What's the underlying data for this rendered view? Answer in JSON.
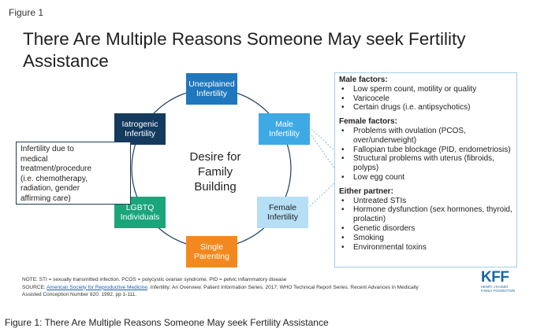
{
  "figure_label": "Figure 1",
  "title": "There Are Multiple Reasons Someone May seek Fertility Assistance",
  "diagram": {
    "center_lines": [
      "Desire for",
      "Family",
      "Building"
    ],
    "nodes": [
      {
        "name": "node-unexplained-infertility",
        "lines": [
          "Unexplained",
          "Infertility"
        ],
        "color": "#1f77bd"
      },
      {
        "name": "node-male-infertility",
        "lines": [
          "Male",
          "Infertility"
        ],
        "color": "#3fa9e6"
      },
      {
        "name": "node-female-infertility",
        "lines": [
          "Female",
          "Infertility"
        ],
        "color": "#b6def5"
      },
      {
        "name": "node-single-parenting",
        "lines": [
          "Single",
          "Parenting"
        ],
        "color": "#f3891e"
      },
      {
        "name": "node-lgbtq-individuals",
        "lines": [
          "LGBTQ",
          "Individuals"
        ],
        "color": "#1aa57a"
      },
      {
        "name": "node-iatrogenic-infertility",
        "lines": [
          "Iatrogenic",
          "Infertility"
        ],
        "color": "#143a5e"
      }
    ],
    "ring_color": "#1c3d60",
    "connector_color": "#7fb7dc"
  },
  "left_box": {
    "text_lines": [
      "Infertility due to",
      "medical",
      "treatment/procedure",
      "(i.e. chemotherapy,",
      "radiation, gender",
      "affirming care)"
    ]
  },
  "right_box": {
    "sections": [
      {
        "title": "Male factors:",
        "items": [
          "Low sperm count, motility or quality",
          "Varicocele",
          "Certain drugs (i.e. antipsychotics)"
        ]
      },
      {
        "title": "Female factors:",
        "items": [
          "Problems with ovulation (PCOS, over/underweight)",
          "Fallopian tube blockage (PID, endometriosis)",
          "Structural problems with uterus (fibroids, polyps)",
          "Low egg count"
        ]
      },
      {
        "title": "Either partner:",
        "items": [
          "Untreated STIs",
          "Hormone dysfunction (sex hormones, thyroid, prolactin)",
          "Genetic disorders",
          "Smoking",
          "Environmental toxins"
        ]
      }
    ]
  },
  "note": {
    "line1": "NOTE: STI = sexually transmitted infection. PCOS = polycystic ovarian syndrome. PID = pelvic inflammatory disease",
    "source_prefix": "SOURCE: ",
    "source_link": "American Society for Reproductive Medicine",
    "source_rest": ". Infertility: An Overview. Patient Information Series. 2017; WHO Technical Report Series. Recent Advances in Medically",
    "line3": "Assisted Conception Number 820. 1992. pp 1-111."
  },
  "logo": {
    "letters": "KFF",
    "sub_line1": "HENRY J KAISER",
    "sub_line2": "FAMILY FOUNDATION",
    "color": "#1567a4"
  },
  "caption": "Figure 1: There Are Multiple Reasons Someone May seek Fertility Assistance"
}
